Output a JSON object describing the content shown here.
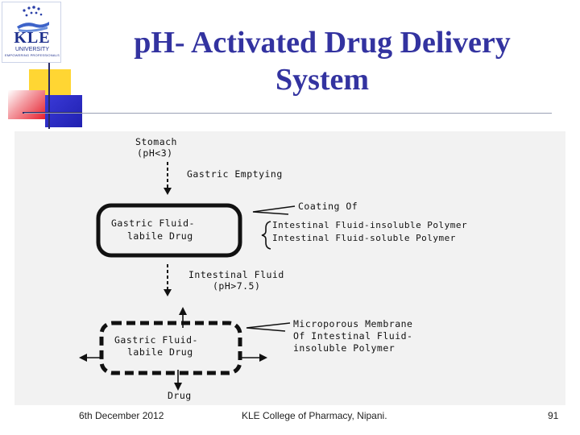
{
  "logo": {
    "wordmark": "KLE",
    "university": "UNIVERSITY",
    "tagline": "EMPOWERING PROFESSIONALS"
  },
  "slide": {
    "title_line1": "pH- Activated Drug Delivery",
    "title_line2": "System"
  },
  "diagram": {
    "stomach": "Stomach",
    "stomach_ph": "(pH<3)",
    "gastric_emptying": "Gastric Emptying",
    "box1_line1": "Gastric Fluid-",
    "box1_line2": "labile Drug",
    "coating_of": "Coating Of",
    "coating_item1": "Intestinal Fluid-insoluble Polymer",
    "coating_item2": "Intestinal Fluid-soluble Polymer",
    "intestinal_fluid": "Intestinal Fluid",
    "intestinal_ph": "(pH>7.5)",
    "box2_line1": "Gastric Fluid-",
    "box2_line2": "labile Drug",
    "membrane_line1": "Microporous Membrane",
    "membrane_line2": "Of Intestinal Fluid-",
    "membrane_line3": "insoluble Polymer",
    "drug": "Drug"
  },
  "footer": {
    "date": "6th December 2012",
    "college": "KLE College of Pharmacy, Nipani.",
    "page": "91"
  },
  "colors": {
    "title": "#3333a0",
    "logo_blue": "#1d2f8c",
    "accent_yellow": "#ffd633",
    "accent_red": "#e6202e",
    "accent_blue": "#2c2cc8"
  }
}
